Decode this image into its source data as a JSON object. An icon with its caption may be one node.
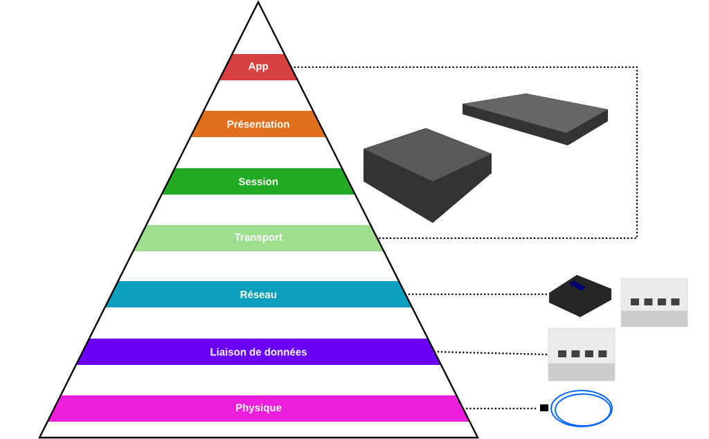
{
  "diagram": {
    "nodes": [
      {
        "text": [],
        "shape": "triangle"
      },
      {
        "text": [
          "App"
        ],
        "in": 0
      },
      {
        "text": [
          "Présentation"
        ],
        "in": 0
      },
      {
        "text": [
          "Session"
        ],
        "in": 0
      },
      {
        "text": [
          "Transport"
        ],
        "in": 0
      },
      {
        "text": [
          "Réseau"
        ],
        "in": 0
      },
      {
        "text": [
          "Liaison de données"
        ],
        "in": 0
      },
      {
        "text": [
          "Physique"
        ],
        "in": 0
      },
      {
        "text": [],
        "shape": "picture"
      },
      {
        "text": [],
        "shape": "picture"
      },
      {
        "text": [],
        "shape": "picture"
      }
    ],
    "edges": [
      {
        "from": 1,
        "to": 4,
        "arrow": "none",
        "style": "dashed"
      },
      {
        "from": 5,
        "to": 8,
        "arrow": "none",
        "style": "dashed"
      },
      {
        "from": 6,
        "to": 9,
        "arrow": "none",
        "style": "dashed"
      },
      {
        "from": 7,
        "to": 10,
        "arrow": "none",
        "style": "dashed"
      }
    ]
  }
}
